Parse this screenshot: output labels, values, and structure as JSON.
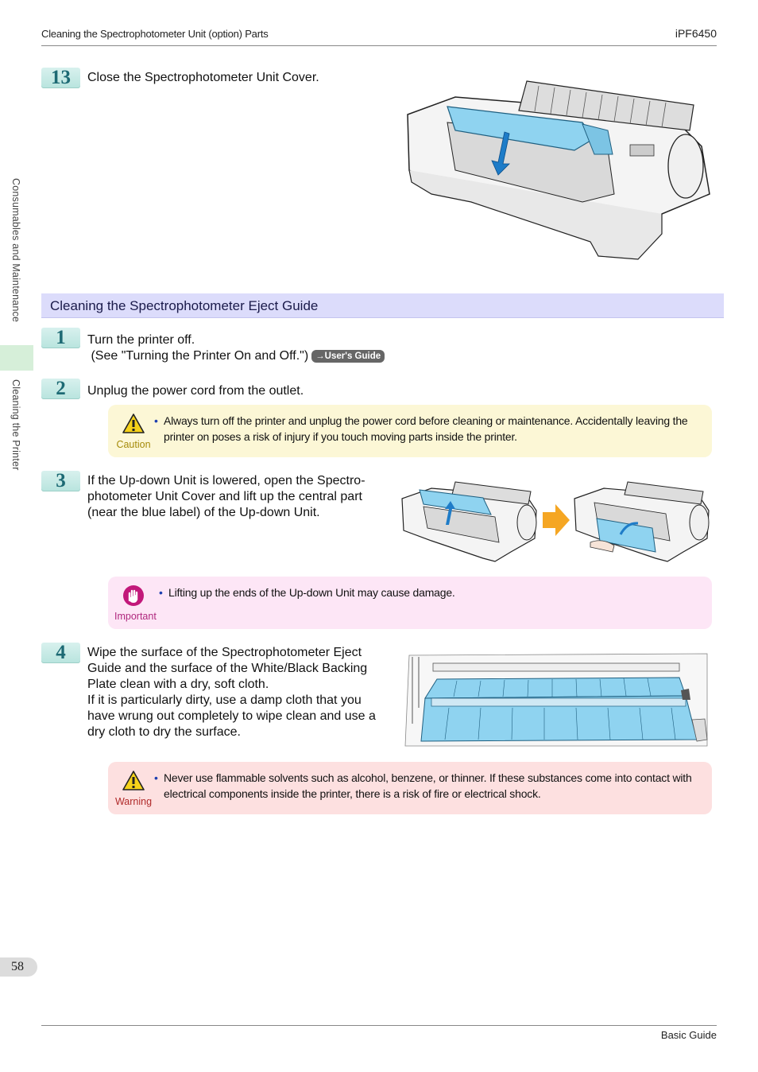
{
  "header": {
    "section": "Cleaning the Spectrophotometer Unit (option) Parts",
    "model": "iPF6450"
  },
  "sidebar": {
    "chapter": "Consumables and Maintenance",
    "subchapter": "Cleaning the Printer"
  },
  "step13": {
    "number": "13",
    "text": "Close the Spectrophotometer Unit Cover."
  },
  "section": {
    "title": "Cleaning the Spectrophotometer Eject Guide"
  },
  "step1": {
    "number": "1",
    "line1": "Turn the printer off.",
    "line2": " (See \"Turning the Printer On and Off.\")",
    "link": "→User's Guide"
  },
  "step2": {
    "number": "2",
    "text": "Unplug the power cord from the outlet."
  },
  "caution": {
    "label": "Caution",
    "text": "Always turn off the printer and unplug the power cord before cleaning or maintenance. Accidentally leaving the printer on poses a risk of injury if you touch moving parts inside the printer."
  },
  "step3": {
    "number": "3",
    "lines": [
      "If the Up-down Unit is lowered, open the Spectro-",
      "photometer Unit Cover and lift up the central part",
      "(near the blue label) of the Up-down Unit."
    ]
  },
  "important": {
    "label": "Important",
    "text": "Lifting up the ends of the Up-down Unit may cause damage."
  },
  "step4": {
    "number": "4",
    "lines": [
      "Wipe the surface of the Spectrophotometer Eject",
      "Guide and the surface of the White/Black Backing",
      "Plate clean with a dry, soft cloth.",
      "If it is particularly dirty, use a damp cloth that you",
      "have wrung out completely to wipe clean and use a",
      "dry cloth to dry the surface."
    ]
  },
  "warning": {
    "label": "Warning",
    "text": "Never use flammable solvents such as alcohol, benzene, or thinner. If these substances come into contact with electrical components inside the printer, there is a risk of fire or electrical shock."
  },
  "footer": {
    "page": "58",
    "guide": "Basic Guide"
  },
  "colors": {
    "step_badge": "#b8e4de",
    "section_bar": "#dcdcfb",
    "caution_bg": "#fcf7d6",
    "important_bg": "#fde6f6",
    "warning_bg": "#fde0e0",
    "illustration_blue": "#8fd3f0",
    "arrow_orange": "#f5a623"
  }
}
